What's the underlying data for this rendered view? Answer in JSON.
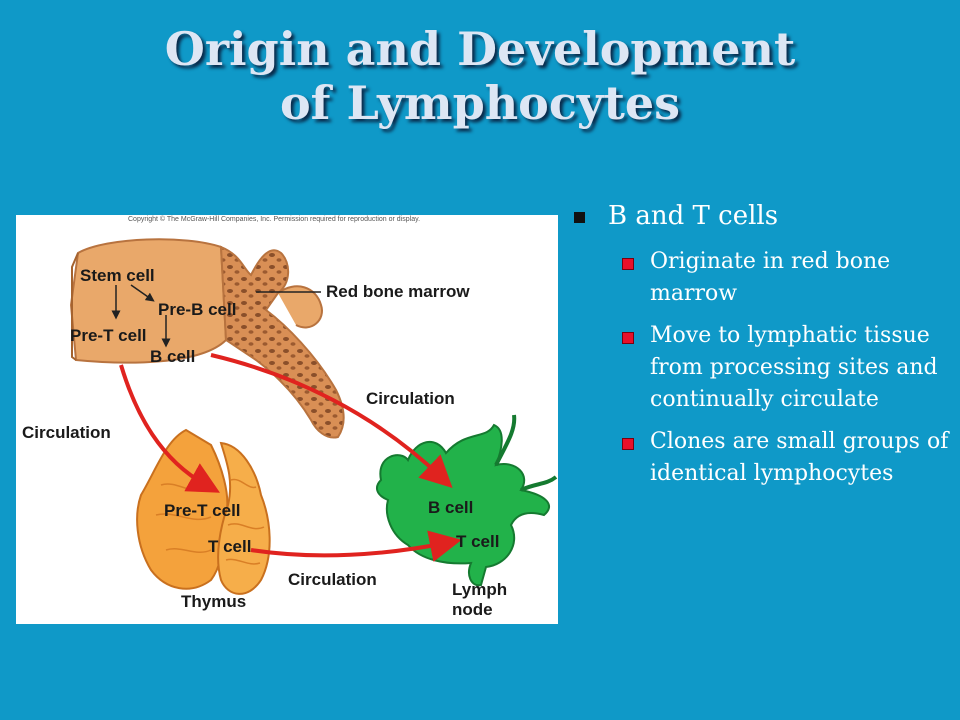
{
  "slide": {
    "title_line1": "Origin and Development",
    "title_line2": "of Lymphocytes"
  },
  "diagram": {
    "copyright": "Copyright © The McGraw-Hill Companies, Inc. Permission required for reproduction or display.",
    "labels": {
      "stem_cell": "Stem cell",
      "pre_b_cell": "Pre-B cell",
      "pre_t_cell_marrow": "Pre-T cell",
      "b_cell_marrow": "B cell",
      "red_bone_marrow": "Red bone marrow",
      "circulation_right": "Circulation",
      "circulation_left": "Circulation",
      "circulation_bottom": "Circulation",
      "pre_t_cell_thymus": "Pre-T cell",
      "t_cell_thymus": "T cell",
      "thymus": "Thymus",
      "b_cell_node": "B cell",
      "t_cell_node": "T cell",
      "lymph_node_line1": "Lymph",
      "lymph_node_line2": "node"
    },
    "colors": {
      "bone": "#e9a86a",
      "thymus": "#f4a23c",
      "lymph_node": "#22b24a",
      "arrow": "#e0231f"
    }
  },
  "bullets": {
    "main": "B and T cells",
    "sub": [
      "Originate in red bone marrow",
      "Move to lymphatic tissue from processing sites and continually circulate",
      "Clones are small groups of identical lymphocytes"
    ]
  }
}
